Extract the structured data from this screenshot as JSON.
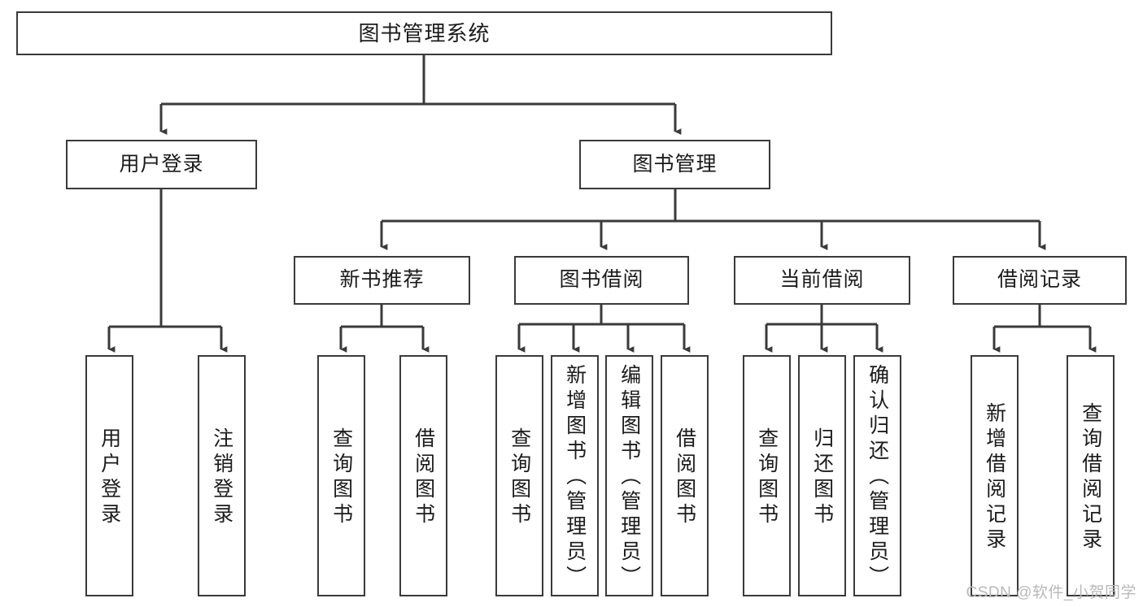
{
  "diagram": {
    "title": "图书管理系统",
    "type": "tree",
    "colors": {
      "stroke": "#3a3a3a",
      "fill": "#ffffff",
      "text": "#1b1b1b",
      "watermark": "#b9b9b9"
    },
    "nodes": {
      "root": {
        "label": "图书管理系统"
      },
      "level2": [
        {
          "id": "user-login",
          "label": "用户登录"
        },
        {
          "id": "book-manage",
          "label": "图书管理"
        }
      ],
      "level3": [
        {
          "id": "new-book-rec",
          "label": "新书推荐"
        },
        {
          "id": "book-borrow",
          "label": "图书借阅"
        },
        {
          "id": "current-borrow",
          "label": "当前借阅"
        },
        {
          "id": "borrow-record",
          "label": "借阅记录"
        }
      ],
      "leaves": [
        {
          "id": "leaf-user-login",
          "label": "用户登录",
          "parent": "user-login"
        },
        {
          "id": "leaf-logout-login",
          "label": "注销登录",
          "parent": "user-login"
        },
        {
          "id": "leaf-query-book-1",
          "label": "查询图书",
          "parent": "new-book-rec"
        },
        {
          "id": "leaf-borrow-book-1",
          "label": "借阅图书",
          "parent": "new-book-rec"
        },
        {
          "id": "leaf-query-book-2",
          "label": "查询图书",
          "parent": "book-borrow"
        },
        {
          "id": "leaf-add-book",
          "label": "新增图书（管理员）",
          "parent": "book-borrow"
        },
        {
          "id": "leaf-edit-book",
          "label": "编辑图书（管理员）",
          "parent": "book-borrow"
        },
        {
          "id": "leaf-borrow-book-2",
          "label": "借阅图书",
          "parent": "book-borrow"
        },
        {
          "id": "leaf-query-book-3",
          "label": "查询图书",
          "parent": "current-borrow"
        },
        {
          "id": "leaf-return-book",
          "label": "归还图书",
          "parent": "current-borrow"
        },
        {
          "id": "leaf-confirm-return",
          "label": "确认归还（管理员）",
          "parent": "current-borrow"
        },
        {
          "id": "leaf-add-record",
          "label": "新增借阅记录",
          "parent": "borrow-record"
        },
        {
          "id": "leaf-query-record",
          "label": "查询借阅记录",
          "parent": "borrow-record"
        }
      ]
    },
    "watermark": "CSDN @软件_小贺同学"
  }
}
